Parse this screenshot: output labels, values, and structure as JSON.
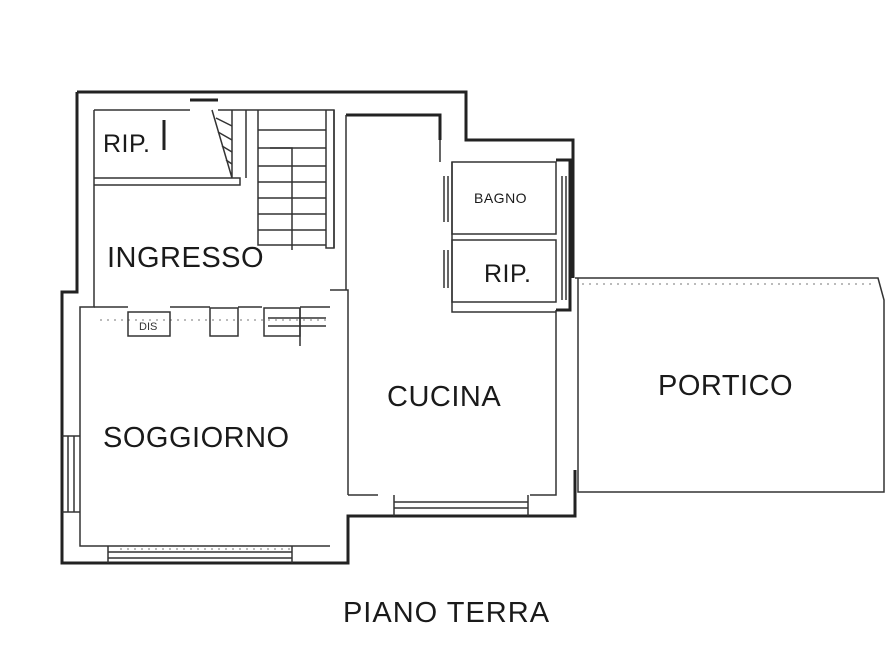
{
  "plan_title": "PIANO TERRA",
  "rooms": {
    "rip_top": "RIP.",
    "ingresso": "INGRESSO",
    "soggiorno": "SOGGIORNO",
    "cucina": "CUCINA",
    "bagno": "BAGNO",
    "rip_right": "RIP.",
    "portico": "PORTICO"
  },
  "colors": {
    "walls": "#222222",
    "background": "#ffffff",
    "text": "#1a1a1a"
  }
}
